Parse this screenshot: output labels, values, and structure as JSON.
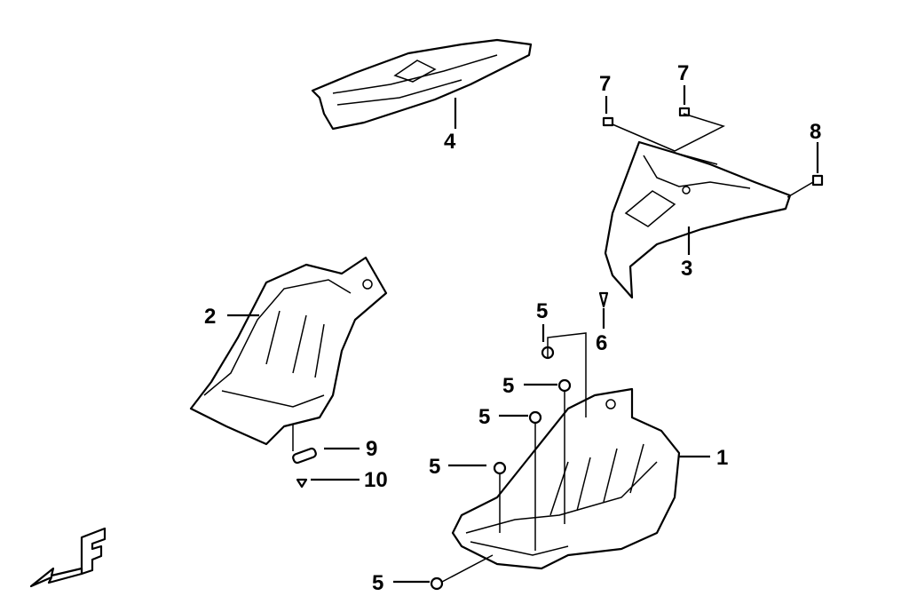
{
  "diagram": {
    "callouts": [
      {
        "id": "c4",
        "text": "4"
      },
      {
        "id": "c7a",
        "text": "7"
      },
      {
        "id": "c7b",
        "text": "7"
      },
      {
        "id": "c8",
        "text": "8"
      },
      {
        "id": "c3",
        "text": "3"
      },
      {
        "id": "c2",
        "text": "2"
      },
      {
        "id": "c5a",
        "text": "5"
      },
      {
        "id": "c6",
        "text": "6"
      },
      {
        "id": "c5b",
        "text": "5"
      },
      {
        "id": "c5c",
        "text": "5"
      },
      {
        "id": "c1",
        "text": "1"
      },
      {
        "id": "c9",
        "text": "9"
      },
      {
        "id": "c10",
        "text": "10"
      },
      {
        "id": "c5d",
        "text": "5"
      },
      {
        "id": "c5e",
        "text": "5"
      }
    ],
    "orientation_logo": "F"
  }
}
